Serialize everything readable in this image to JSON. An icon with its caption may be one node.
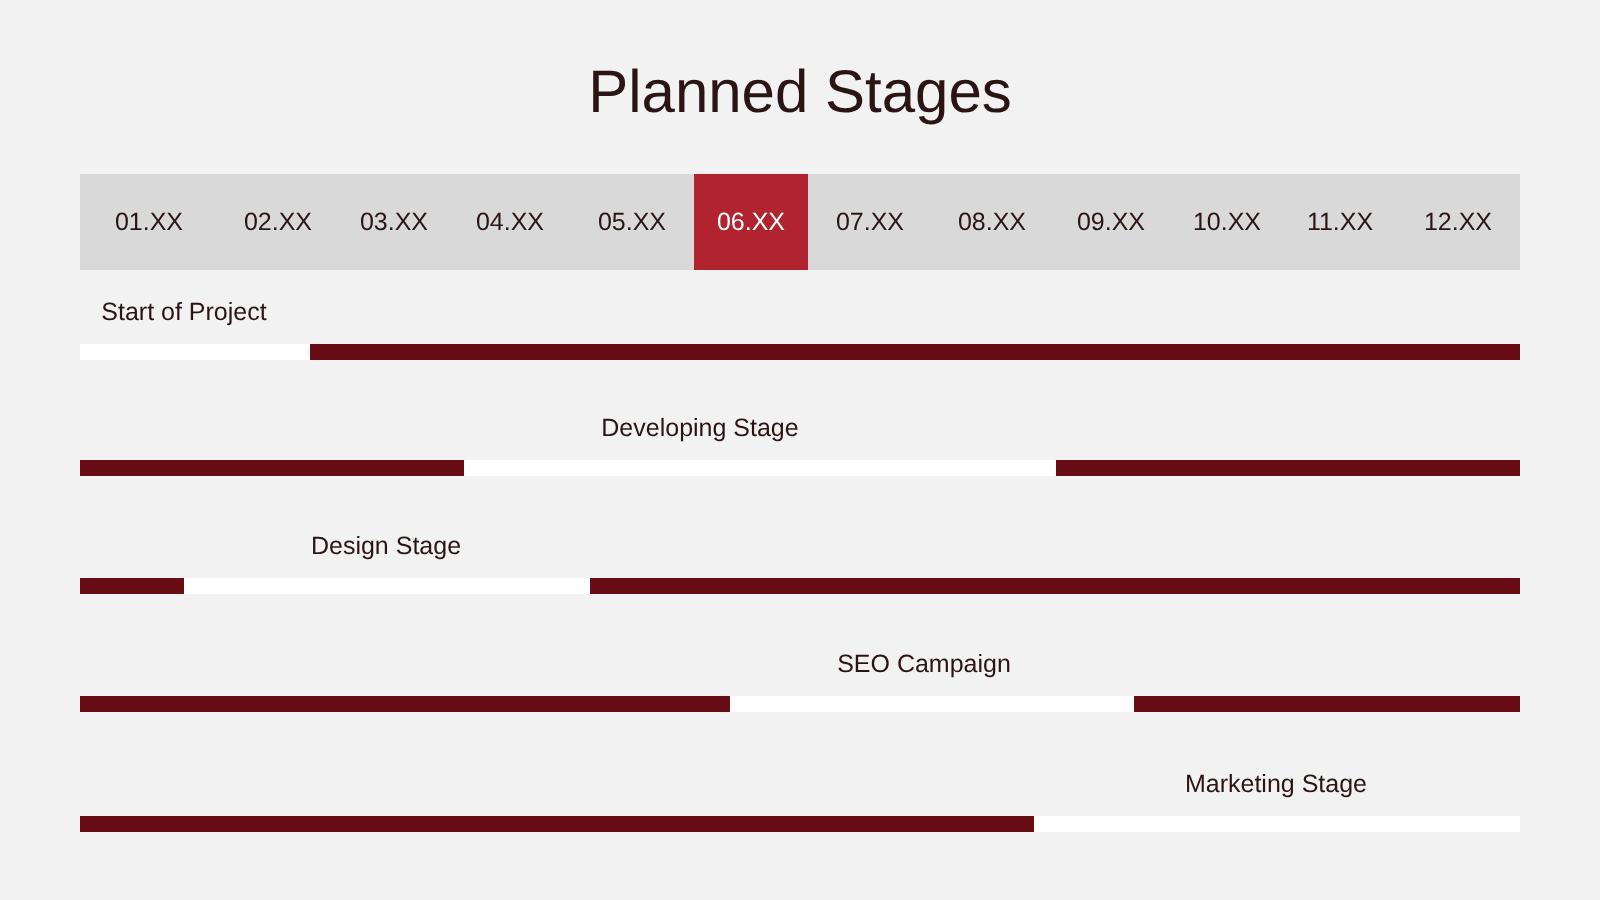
{
  "diagram": {
    "title": "Planned Stages",
    "nodes": [
      {
        "text": [
          "01.XX"
        ]
      },
      {
        "text": [
          "02.XX"
        ]
      },
      {
        "text": [
          "03.XX"
        ]
      },
      {
        "text": [
          "04.XX"
        ]
      },
      {
        "text": [
          "05.XX"
        ]
      },
      {
        "text": [
          "06.XX"
        ]
      },
      {
        "text": [
          "07.XX"
        ]
      },
      {
        "text": [
          "08.XX"
        ]
      },
      {
        "text": [
          "09.XX"
        ]
      },
      {
        "text": [
          "10.XX"
        ]
      },
      {
        "text": [
          "11.XX"
        ]
      },
      {
        "text": [
          "12.XX"
        ]
      },
      {
        "text": [
          "Start of Project"
        ]
      },
      {
        "text": [
          "Developing Stage"
        ]
      },
      {
        "text": [
          "Design Stage"
        ]
      },
      {
        "text": [
          "SEO Campaign"
        ]
      },
      {
        "text": [
          "Marketing Stage"
        ]
      }
    ],
    "edges": []
  }
}
